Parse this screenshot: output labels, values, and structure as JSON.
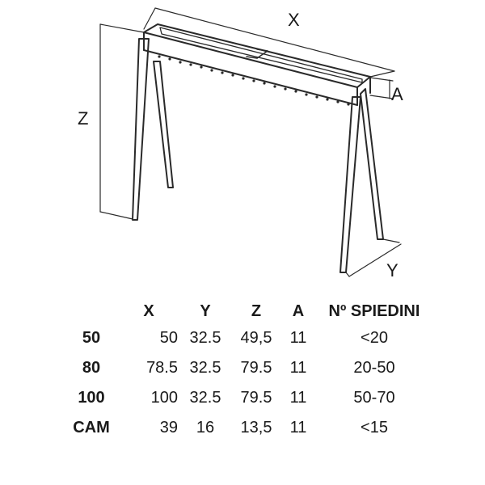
{
  "diagram": {
    "dim_labels": {
      "x": "X",
      "y": "Y",
      "z": "Z",
      "a": "A"
    }
  },
  "table": {
    "headers": [
      "",
      "X",
      "Y",
      "Z",
      "A",
      "Nº SPIEDINI"
    ],
    "rows": [
      {
        "model": "50",
        "x": "50",
        "y": "32.5",
        "z": "49,5",
        "a": "11",
        "spiedini": "<20"
      },
      {
        "model": "80",
        "x": "78.5",
        "y": "32.5",
        "z": "79.5",
        "a": "11",
        "spiedini": "20-50"
      },
      {
        "model": "100",
        "x": "100",
        "y": "32.5",
        "z": "79.5",
        "a": "11",
        "spiedini": "50-70"
      },
      {
        "model": "CAM",
        "x": "39",
        "y": "16",
        "z": "13,5",
        "a": "11",
        "spiedini": "<15"
      }
    ]
  }
}
